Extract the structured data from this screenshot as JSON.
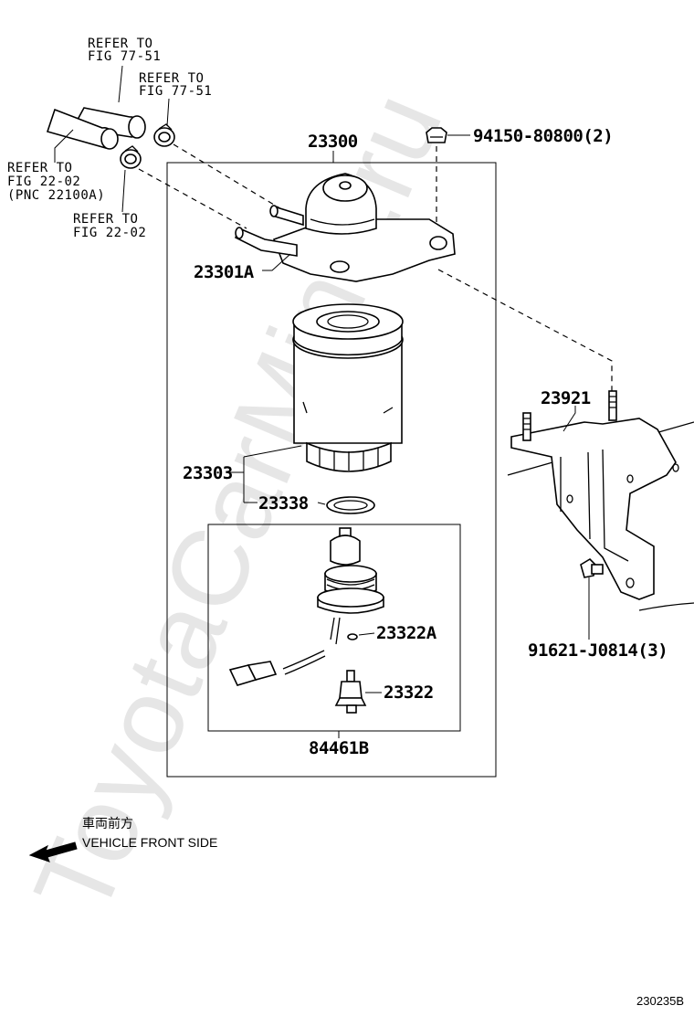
{
  "watermark": "ToyotaCarMine.ru",
  "refs": {
    "fig_77_51_a": [
      "REFER TO",
      "FIG 77-51"
    ],
    "fig_77_51_b": [
      "REFER TO",
      "FIG 77-51"
    ],
    "fig_22_02_a": [
      "REFER TO",
      "FIG 22-02",
      "(PNC 22100A)"
    ],
    "fig_22_02_b": [
      "REFER TO",
      "FIG 22-02"
    ]
  },
  "parts": {
    "p23300": "23300",
    "p94150": "94150-80800(2)",
    "p23301a": "23301A",
    "p23303": "23303",
    "p23338": "23338",
    "p23322a": "23322A",
    "p23322": "23322",
    "p84461b": "84461B",
    "p23921": "23921",
    "p91621": "91621-J0814(3)"
  },
  "direction": {
    "japanese": "車両前方",
    "english": "VEHICLE FRONT SIDE"
  },
  "illustration_code": "230235B"
}
